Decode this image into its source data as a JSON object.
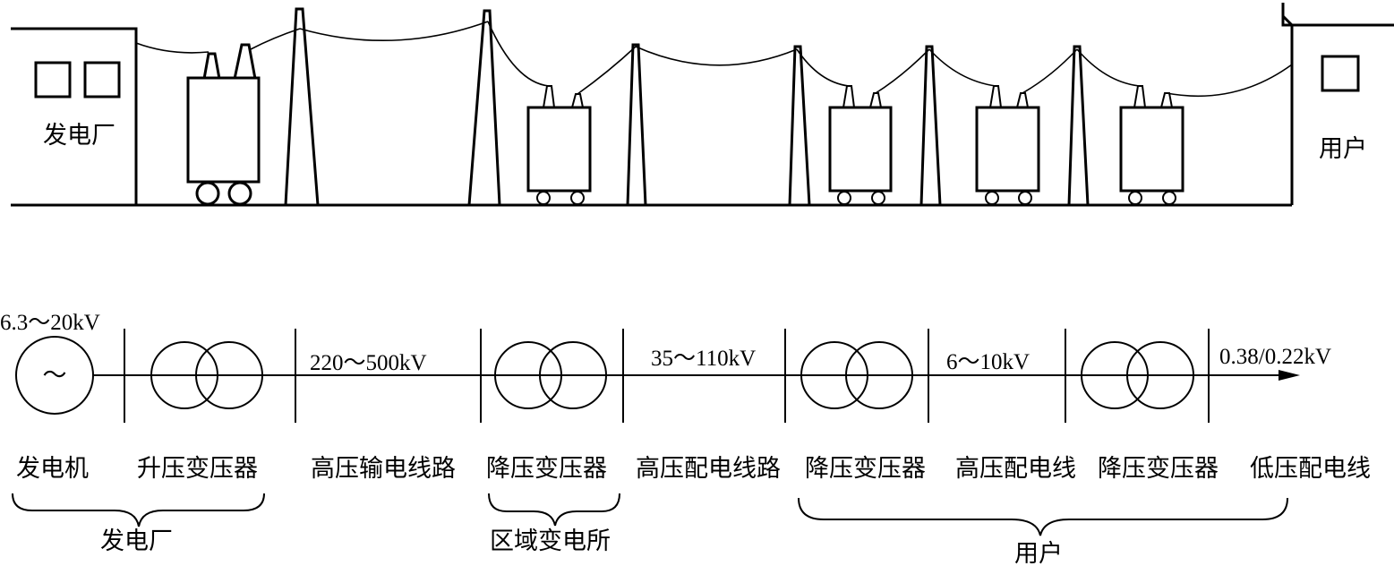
{
  "top_scene": {
    "power_plant_label": "发电厂",
    "user_label": "用户"
  },
  "voltages": {
    "generator": "6.3～20kV",
    "transmission": "220～500kV",
    "hv_distribution": "35～110kV",
    "mv_distribution": "6～10kV",
    "lv_distribution": "0.38/0.22kV"
  },
  "generator_symbol": "～",
  "components": [
    "发电机",
    "升压变压器",
    "高压输电线路",
    "降压变压器",
    "高压配电线路",
    "降压变压器",
    "高压配电线",
    "降压变压器",
    "低压配电线"
  ],
  "groups": {
    "power_plant": "发电厂",
    "substation": "区域变电所",
    "user": "用户"
  }
}
